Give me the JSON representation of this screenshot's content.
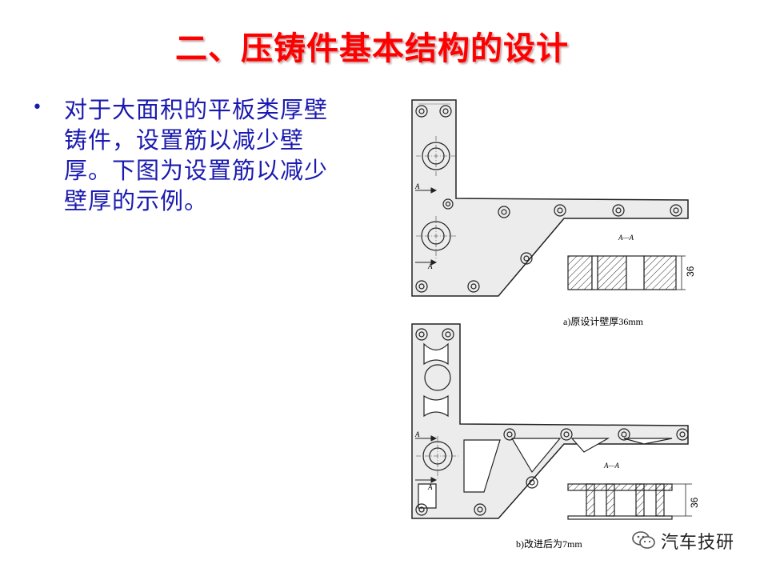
{
  "title": "二、压铸件基本结构的设计",
  "bullet": {
    "text": "对于大面积的平板类厚壁铸件，设置筋以减少壁厚。下图为设置筋以减少壁厚的示例。"
  },
  "figure_a": {
    "caption": "a)原设计壁厚36mm",
    "section_label": "A—A",
    "dimension": "36",
    "marker": "A"
  },
  "figure_b": {
    "caption": "b)改进后为7mm",
    "section_label": "A—A",
    "dimension": "36",
    "marker": "A"
  },
  "watermark": {
    "text": "汽车技研",
    "icon": "wechat-icon"
  }
}
